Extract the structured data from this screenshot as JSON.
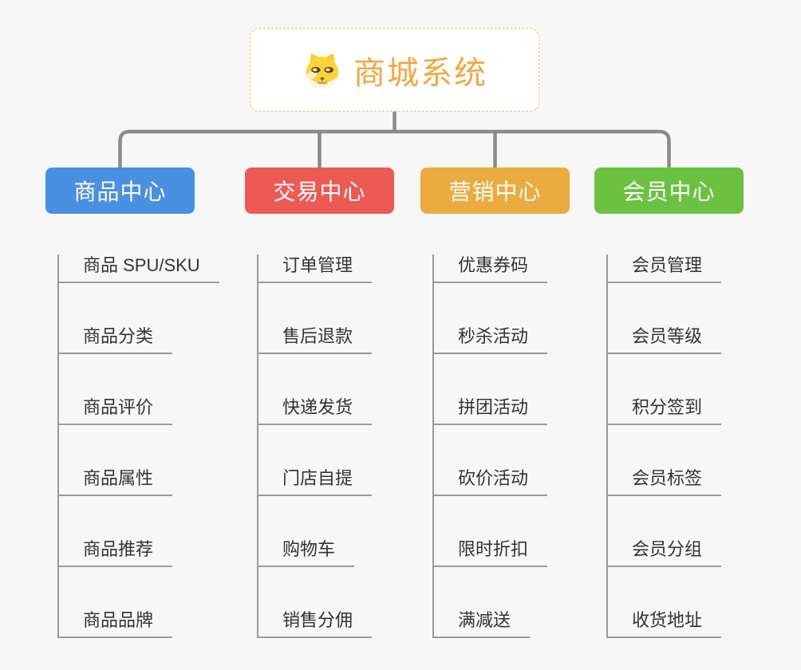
{
  "root": {
    "title": "商城系统",
    "title_color": "#F0A843",
    "icon": "doge-icon"
  },
  "branches": [
    {
      "label": "商品中心",
      "color": "#4A90E2",
      "items": [
        "商品 SPU/SKU",
        "商品分类",
        "商品评价",
        "商品属性",
        "商品推荐",
        "商品品牌"
      ]
    },
    {
      "label": "交易中心",
      "color": "#ED5A54",
      "items": [
        "订单管理",
        "售后退款",
        "快递发货",
        "门店自提",
        "购物车",
        "销售分佣"
      ]
    },
    {
      "label": "营销中心",
      "color": "#EBAB3F",
      "items": [
        "优惠券码",
        "秒杀活动",
        "拼团活动",
        "砍价活动",
        "限时折扣",
        "满减送"
      ]
    },
    {
      "label": "会员中心",
      "color": "#6DC142",
      "items": [
        "会员管理",
        "会员等级",
        "积分签到",
        "会员标签",
        "会员分组",
        "收货地址"
      ]
    }
  ],
  "style": {
    "connector_color": "#8a8a8a",
    "underline_color": "#9a9a9a",
    "background": "#f7f7f7"
  }
}
